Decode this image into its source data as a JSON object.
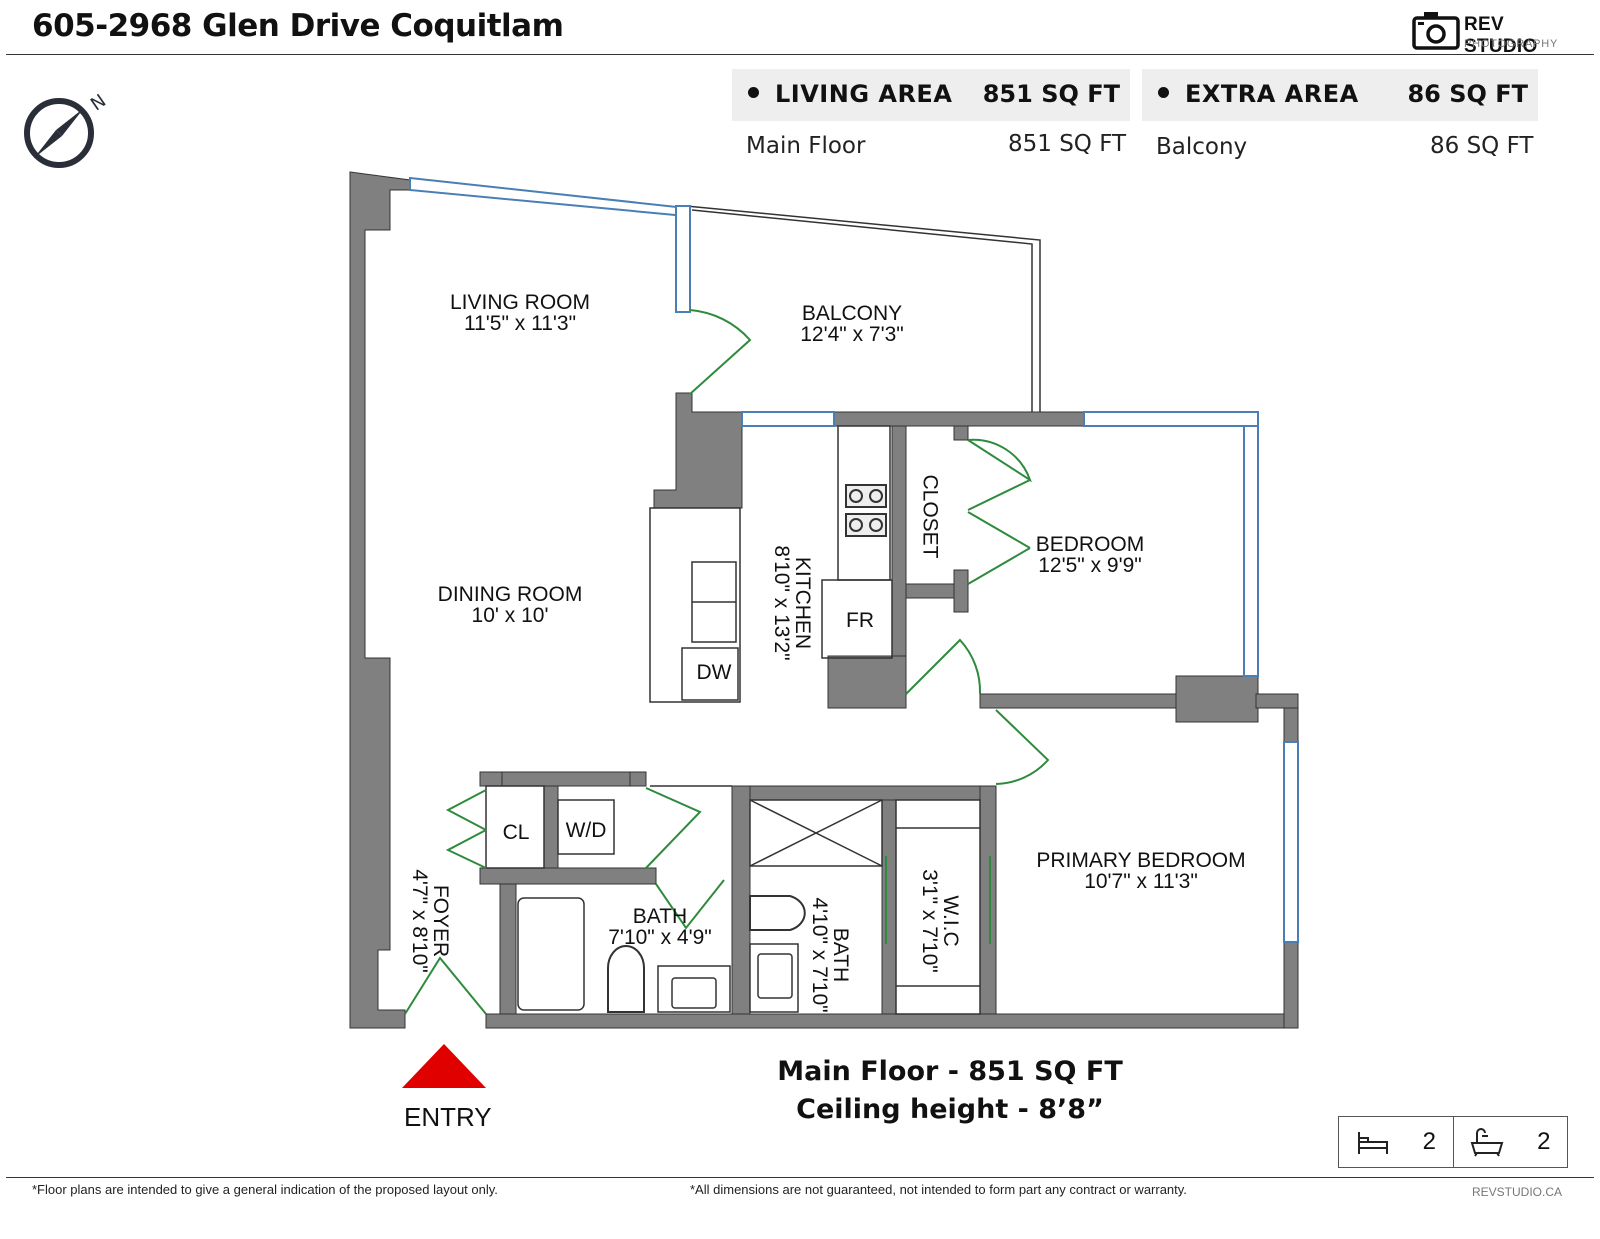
{
  "header": {
    "title": "605-2968 Glen Drive Coquitlam",
    "logo_main": "REV STUDIO",
    "logo_sub": "PHOTOGRAPHY"
  },
  "areas": {
    "living": {
      "heading": "LIVING AREA",
      "total": "851 SQ FT",
      "rows": [
        {
          "label": "Main Floor",
          "value": "851 SQ FT"
        }
      ]
    },
    "extra": {
      "heading": "EXTRA AREA",
      "total": "86 SQ FT",
      "rows": [
        {
          "label": "Balcony",
          "value": "86 SQ FT"
        }
      ]
    }
  },
  "rooms": {
    "living_room": {
      "name": "LIVING ROOM",
      "size": "11'5\" x 11'3\""
    },
    "balcony": {
      "name": "BALCONY",
      "size": "12'4\" x 7'3\""
    },
    "dining_room": {
      "name": "DINING ROOM",
      "size": "10' x 10'"
    },
    "kitchen": {
      "name": "KITCHEN",
      "size": "8'10\" x 13'2\""
    },
    "closet": {
      "name": "CLOSET"
    },
    "bedroom": {
      "name": "BEDROOM",
      "size": "12'5\" x 9'9\""
    },
    "fridge": {
      "name": "FR"
    },
    "dishwasher": {
      "name": "DW"
    },
    "coat_closet": {
      "name": "CL"
    },
    "washer_dryer": {
      "name": "W/D"
    },
    "foyer": {
      "name": "FOYER",
      "size": "4'7\" x 8'10\""
    },
    "bath_main": {
      "name": "BATH",
      "size": "7'10\" x 4'9\""
    },
    "bath_ensuite": {
      "name": "BATH",
      "size": "4'10\" x 7'10\""
    },
    "walk_in_closet": {
      "name": "W.I.C",
      "size": "3'1\" x 7'10\""
    },
    "primary_bedroom": {
      "name": "PRIMARY BEDROOM",
      "size": "10'7\" x 11'3\""
    }
  },
  "compass": {
    "label": "N"
  },
  "entry_label": "ENTRY",
  "summary": {
    "floor": "Main Floor - 851 SQ FT",
    "ceiling": "Ceiling height - 8’8”"
  },
  "counts": {
    "bedrooms": "2",
    "bathrooms": "2",
    "bed_icon": "bed-icon",
    "bath_icon": "bathtub-icon"
  },
  "footer": {
    "left": "*Floor plans are intended to give a general indication of the proposed layout only.",
    "middle": "*All dimensions are not guaranteed, not intended to form part any contract or warranty.",
    "right": "REVSTUDIO.CA"
  },
  "colors": {
    "wall": "#808080",
    "window": "#4a7fb5",
    "door": "#2e8b3d",
    "entry_arrow": "#e00000",
    "area_bg": "#eeeeee"
  }
}
